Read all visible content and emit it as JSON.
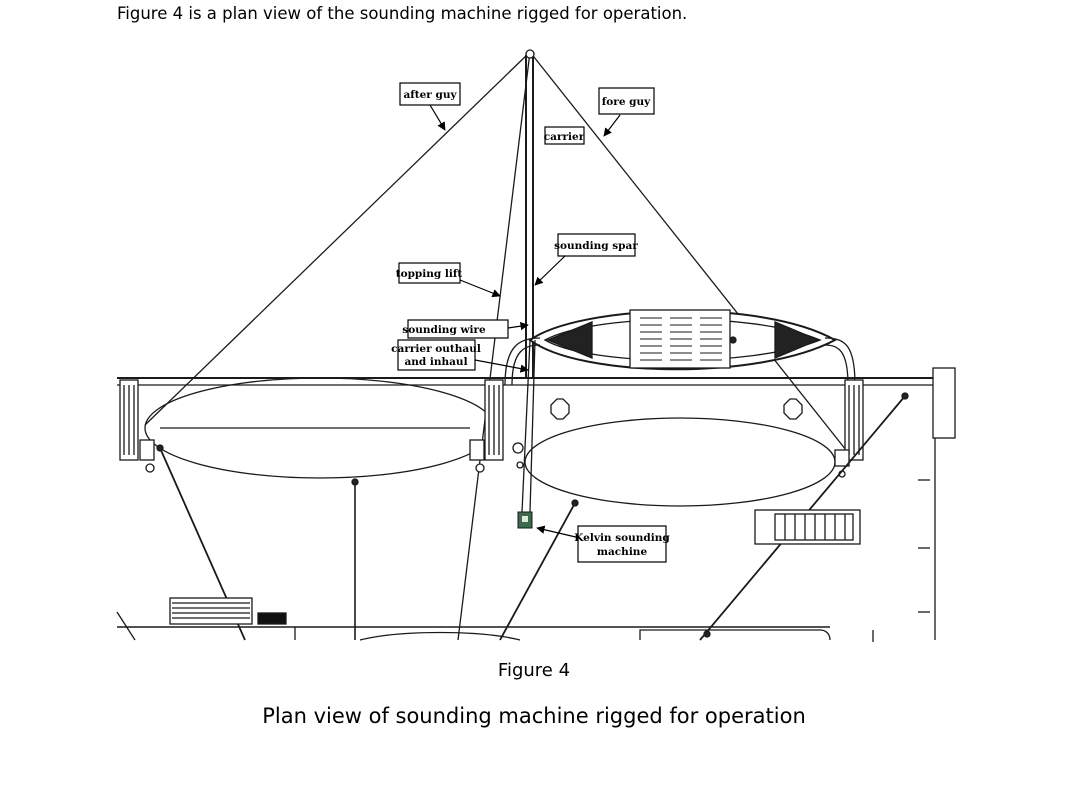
{
  "intro_text": "Figure 4 is a plan view of the sounding machine rigged for operation.",
  "figure": {
    "number_label": "Figure 4",
    "caption": "Plan view of sounding machine rigged for operation"
  },
  "labels": {
    "after_guy": "after guy",
    "fore_guy": "fore guy",
    "carrier": "carrier",
    "sounding_spar": "sounding spar",
    "topping_lift": "topping lift",
    "sounding_wire": "sounding wire",
    "carrier_outhaul_line1": "carrier outhaul",
    "carrier_outhaul_line2": "and inhaul",
    "kelvin_line1": "Kelvin sounding",
    "kelvin_line2": "machine"
  },
  "colors": {
    "line": "#1a1a1a",
    "machine": "#3a6b4a"
  }
}
